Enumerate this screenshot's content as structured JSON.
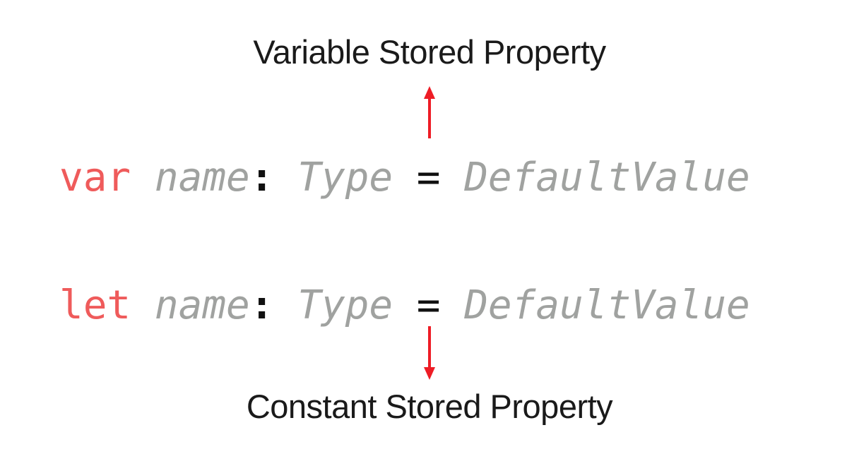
{
  "colors": {
    "keyword": "#ef5b5b",
    "placeholder": "#a0a2a0",
    "punctuation": "#111111",
    "arrow": "#ee1c25",
    "caption": "#1a1a1a"
  },
  "captions": {
    "variable": "Variable Stored Property",
    "constant": "Constant Stored Property"
  },
  "code": {
    "var_line": {
      "keyword": "var",
      "name": "name",
      "colon": ":",
      "type": "Type",
      "equals": "=",
      "default": "DefaultValue"
    },
    "let_line": {
      "keyword": "let",
      "name": "name",
      "colon": ":",
      "type": "Type",
      "equals": "=",
      "default": "DefaultValue"
    }
  },
  "arrows": [
    {
      "name": "arrow-up",
      "direction": "up",
      "points_to": "captions.variable"
    },
    {
      "name": "arrow-down",
      "direction": "down",
      "points_to": "captions.constant"
    }
  ]
}
